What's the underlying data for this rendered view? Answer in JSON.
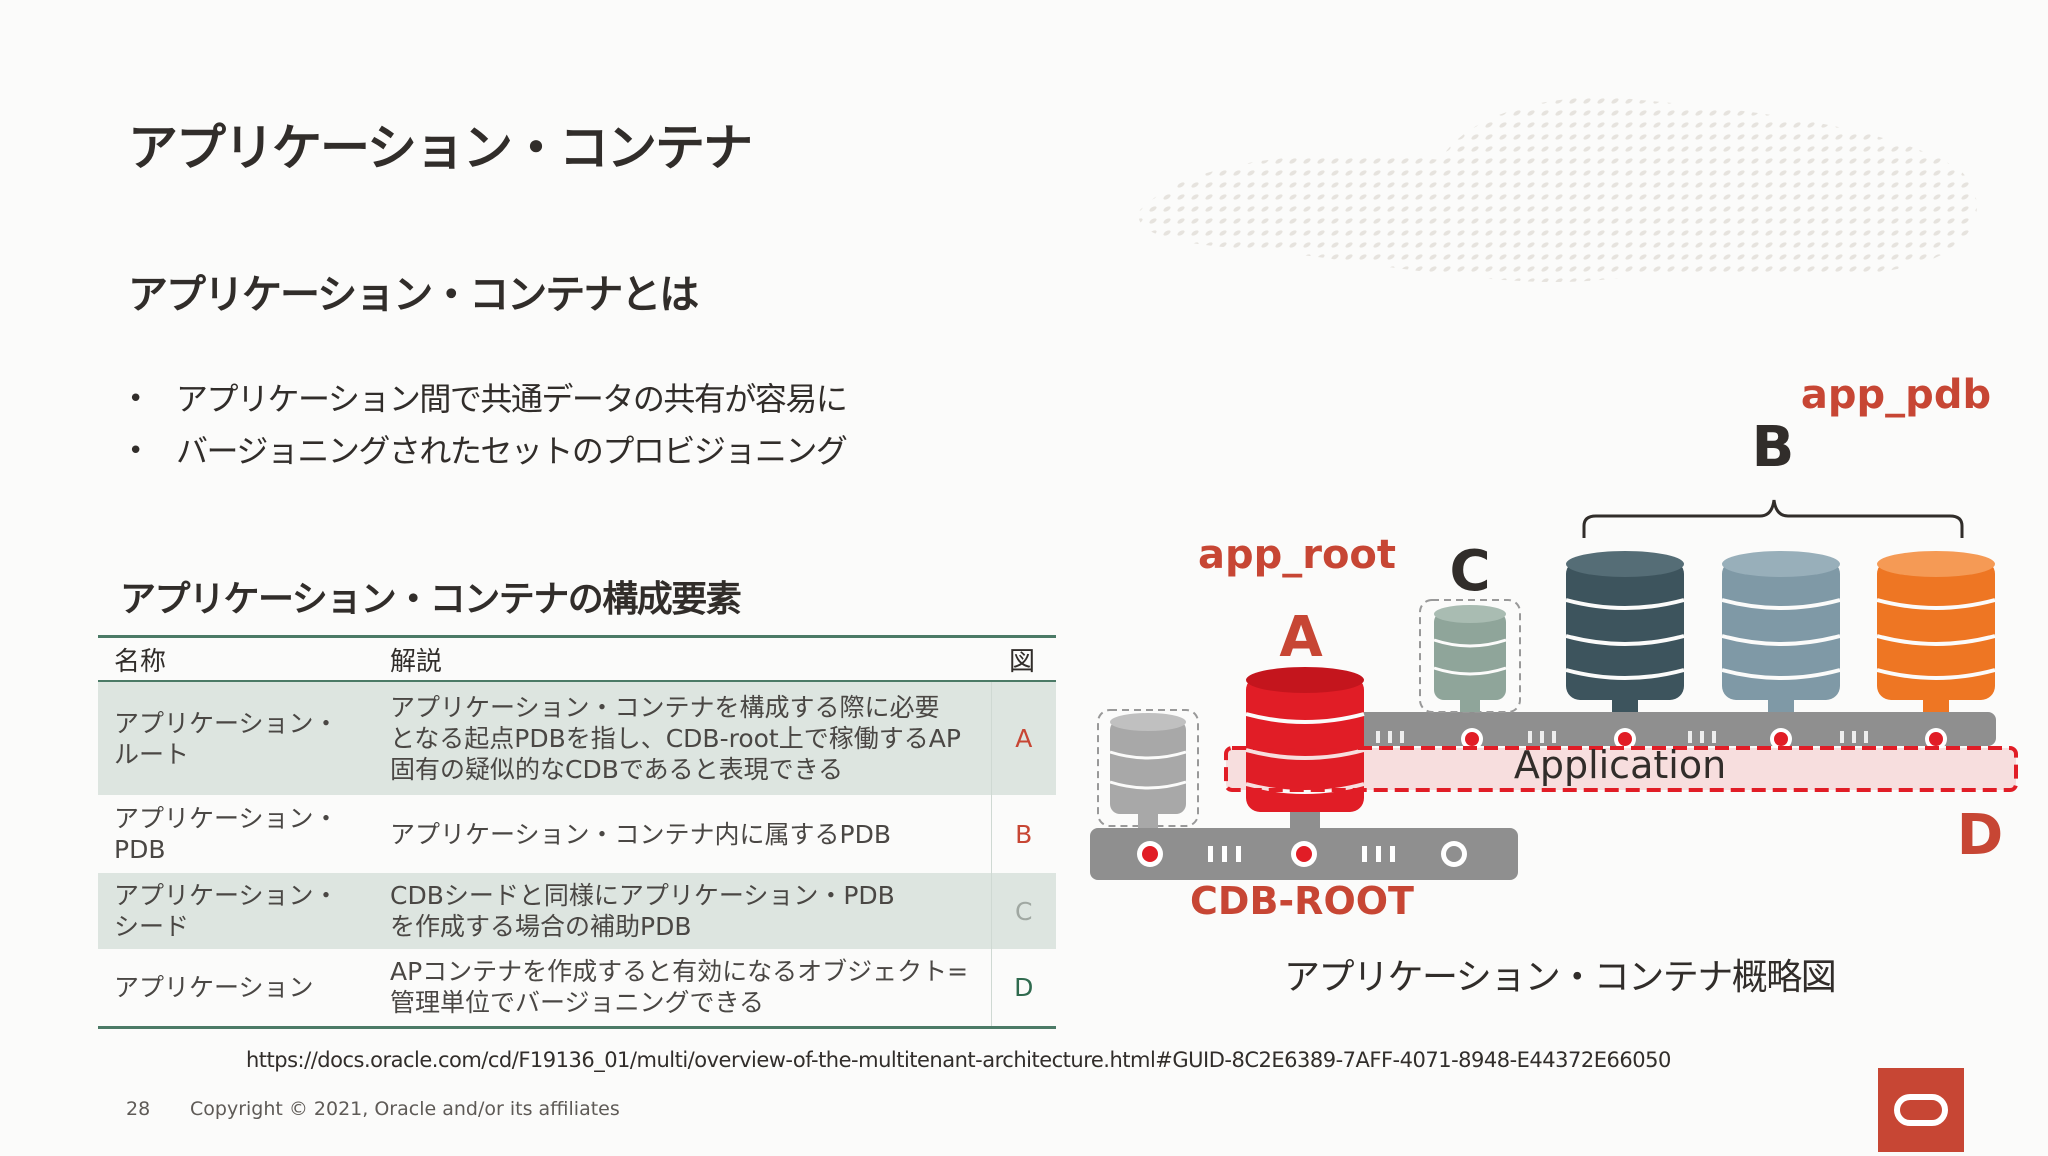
{
  "slide": {
    "title": "アプリケーション・コンテナ",
    "subtitle": "アプリケーション・コンテナとは",
    "bullets": [
      "アプリケーション間で共通データの共有が容易に",
      "バージョニングされたセットのプロビジョニング"
    ],
    "table_title": "アプリケーション・コンテナの構成要素"
  },
  "table": {
    "headers": {
      "name": "名称",
      "desc": "解説",
      "fig": "図"
    },
    "rows": [
      {
        "name": "アプリケーション・\nルート",
        "desc": "アプリケーション・コンテナを構成する際に必要\nとなる起点PDBを指し、CDB-root上で稼働するAP\n固有の疑似的なCDBであると表現できる",
        "fig": "A"
      },
      {
        "name": "アプリケーション・\nPDB",
        "desc": "アプリケーション・コンテナ内に属するPDB",
        "fig": "B"
      },
      {
        "name": "アプリケーション・\nシード",
        "desc": "CDBシードと同様にアプリケーション・PDB\nを作成する場合の補助PDB",
        "fig": "C"
      },
      {
        "name": "アプリケーション",
        "desc": "APコンテナを作成すると有効になるオブジェクト=\n管理単位でバージョニングできる",
        "fig": "D"
      }
    ]
  },
  "diagram": {
    "labels": {
      "app_pdb": "app_pdb",
      "b": "B",
      "app_root": "app_root",
      "c": "C",
      "a": "A",
      "application": "Application",
      "d": "D",
      "cdb_root": "CDB-ROOT"
    },
    "caption": "アプリケーション・コンテナ概略図",
    "colors": {
      "accent": "#c74634",
      "app_root_db": "#e11d26",
      "seed_db": "#8fa59a",
      "pdb_dark": "#3d545d",
      "pdb_mid": "#7f99a6",
      "pdb_orange": "#ee7623",
      "gray_db": "#a8a8a8",
      "bar": "#8f8f8f"
    }
  },
  "footer": {
    "url": "https://docs.oracle.com/cd/F19136_01/multi/overview-of-the-multitenant-architecture.html#GUID-8C2E6389-7AFF-4071-8948-E44372E66050",
    "page_number": "28",
    "copyright": "Copyright © 2021, Oracle and/or its affiliates"
  }
}
